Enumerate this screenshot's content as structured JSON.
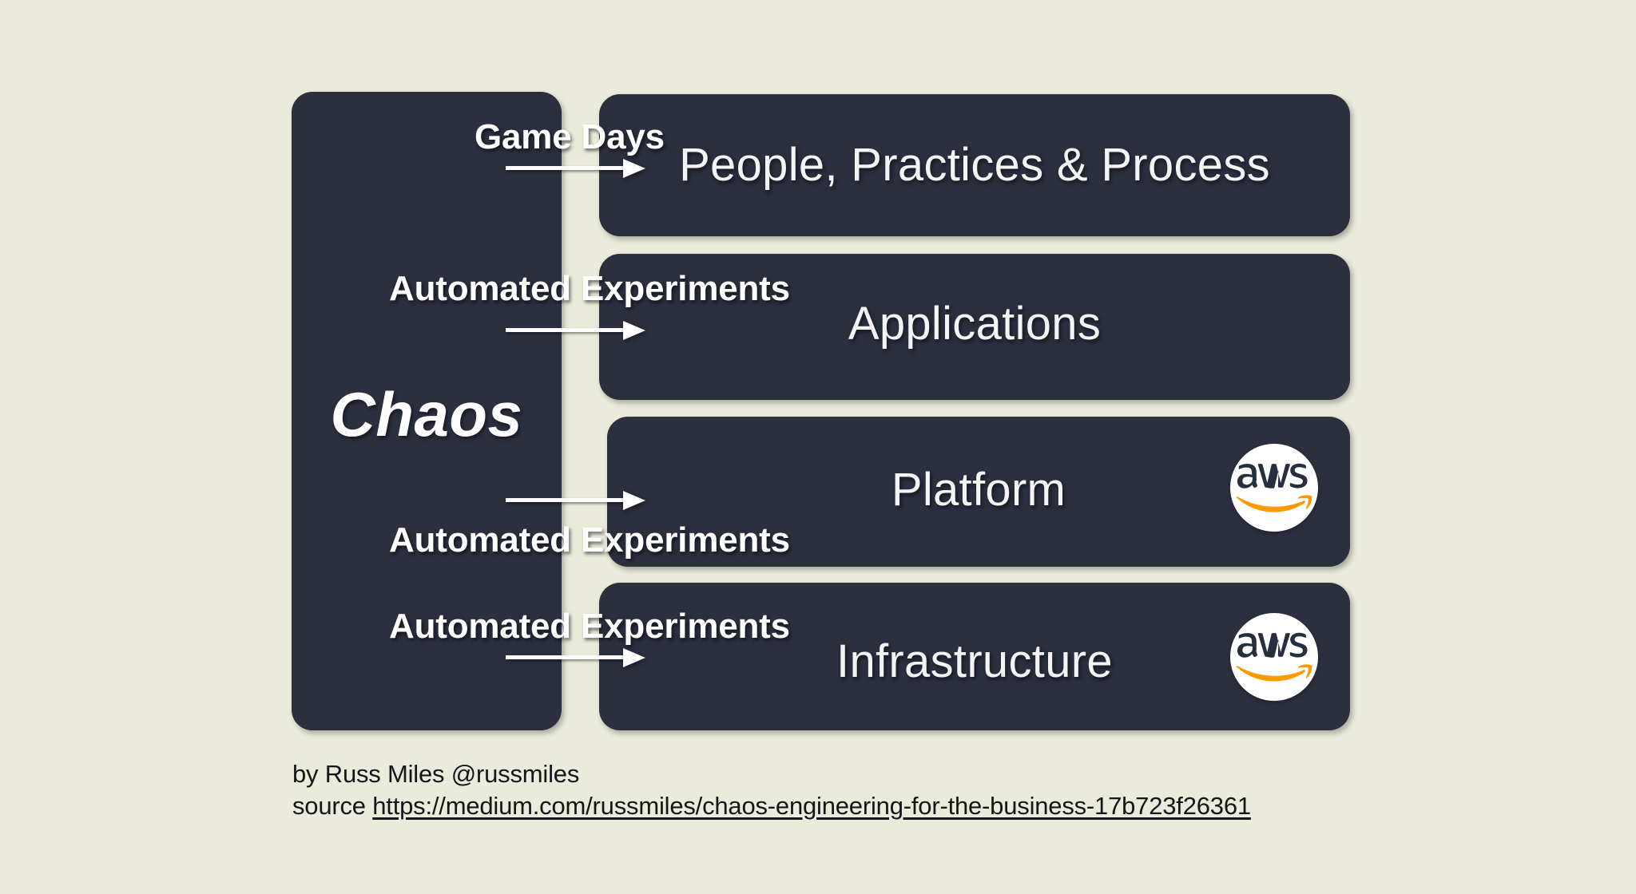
{
  "slide": {
    "background_color": "#eaebda",
    "panel_color": "#2b2f3e",
    "text_color": "#ffffff",
    "accent_color": "#ff9900"
  },
  "chaos": {
    "label": "Chaos"
  },
  "rows": [
    {
      "title": "People, Practices & Process",
      "flow_label": "Game Days",
      "arrow": "right-arrow",
      "badge": null
    },
    {
      "title": "Applications",
      "flow_label": "Automated Experiments",
      "arrow": "right-arrow",
      "badge": null
    },
    {
      "title": "Platform",
      "flow_label": "Automated Experiments",
      "arrow": "right-arrow",
      "badge": "aws-logo"
    },
    {
      "title": "Infrastructure",
      "flow_label": "Automated Experiments",
      "arrow": "right-arrow",
      "badge": "aws-logo"
    }
  ],
  "badge": {
    "wordmark": "aws"
  },
  "footer": {
    "byline": "by Russ Miles  @russmiles",
    "source_prefix": "source ",
    "source_url": "https://medium.com/russmiles/chaos-engineering-for-the-business-17b723f26361"
  }
}
